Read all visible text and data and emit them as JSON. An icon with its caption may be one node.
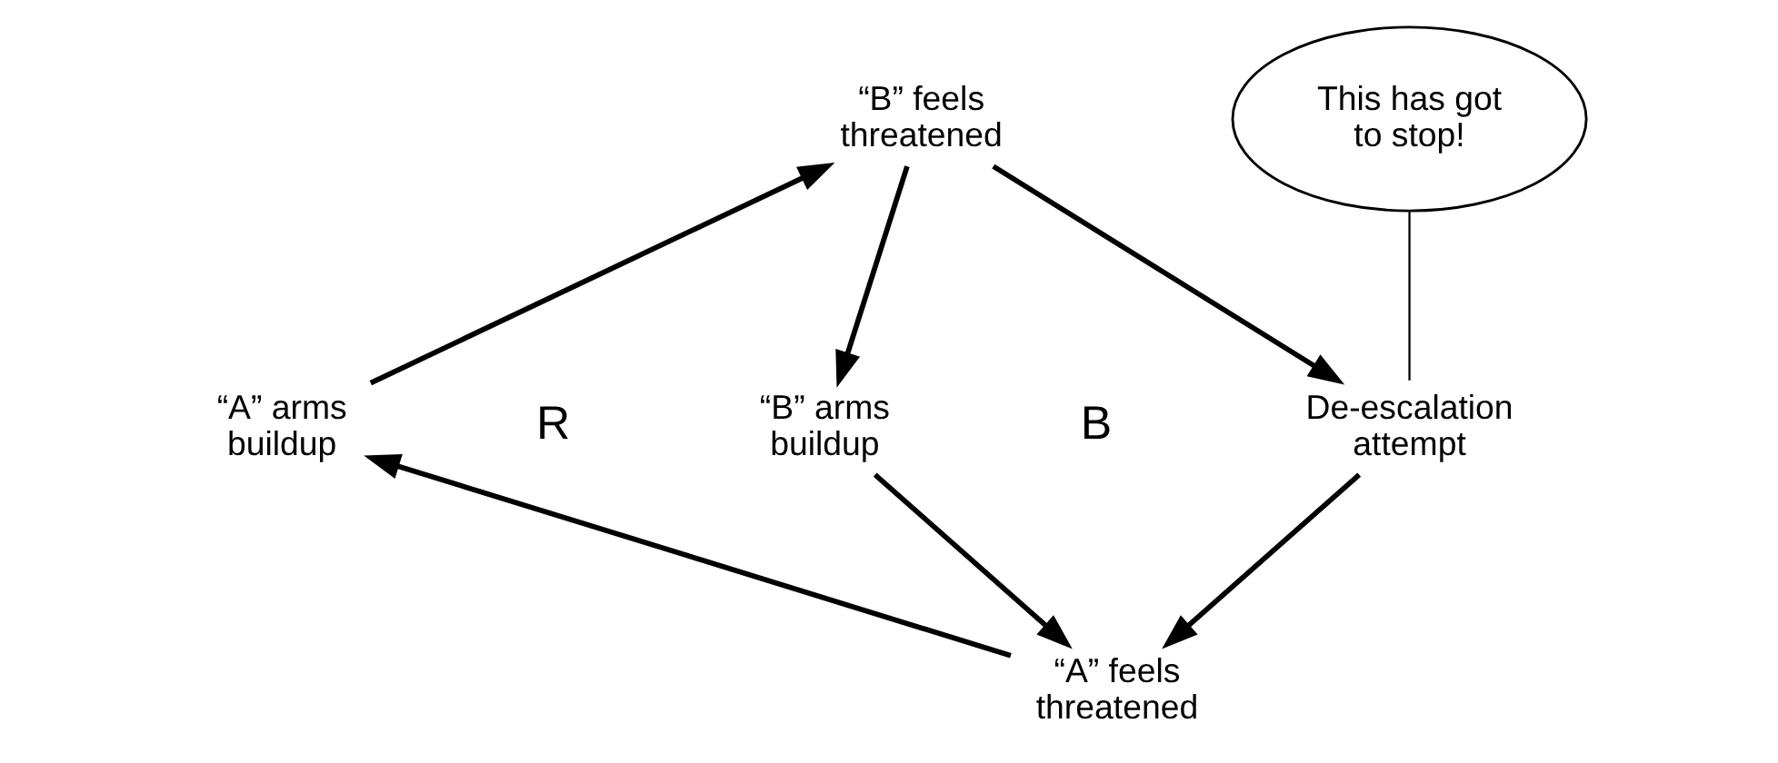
{
  "diagram": {
    "nodes": [
      {
        "text": [
          "“B” feels threatened"
        ]
      },
      {
        "text": [
          "“A” arms buildup"
        ]
      },
      {
        "text": [
          "“B” arms buildup"
        ]
      },
      {
        "text": [
          "De-escalation attempt"
        ]
      },
      {
        "text": [
          "“A” feels threatened"
        ]
      },
      {
        "text": [
          "This has got to stop!"
        ]
      }
    ],
    "edges": [
      {
        "from": 1,
        "to": 0,
        "arrow": "to"
      },
      {
        "from": 0,
        "to": 2,
        "arrow": "to"
      },
      {
        "from": 0,
        "to": 3,
        "arrow": "to"
      },
      {
        "from": 2,
        "to": 4,
        "arrow": "to"
      },
      {
        "from": 3,
        "to": 4,
        "arrow": "to"
      },
      {
        "from": 4,
        "to": 1,
        "arrow": "to"
      },
      {
        "from": 5,
        "to": 3,
        "arrow": "none"
      }
    ],
    "labels": [
      "R",
      "B"
    ]
  }
}
